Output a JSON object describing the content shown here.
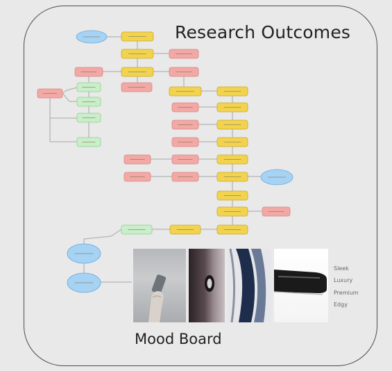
{
  "titles": {
    "research": "Research Outcomes",
    "mood": "Mood Board"
  },
  "keywords": [
    "Sleek",
    "Luxury",
    "Premium",
    "Edgy"
  ],
  "colors": {
    "yellow": "#f2d34f",
    "red": "#f2a8a4",
    "green": "#c9eec9",
    "blue": "#a6d3f4",
    "arrow": "#b5b5b5",
    "frame": "#4a4a4a"
  },
  "mood_images": [
    {
      "name": "hand-holding-phone-image"
    },
    {
      "name": "dark-door-handle-image"
    },
    {
      "name": "blue-twisted-form-image"
    },
    {
      "name": "black-device-image"
    }
  ]
}
